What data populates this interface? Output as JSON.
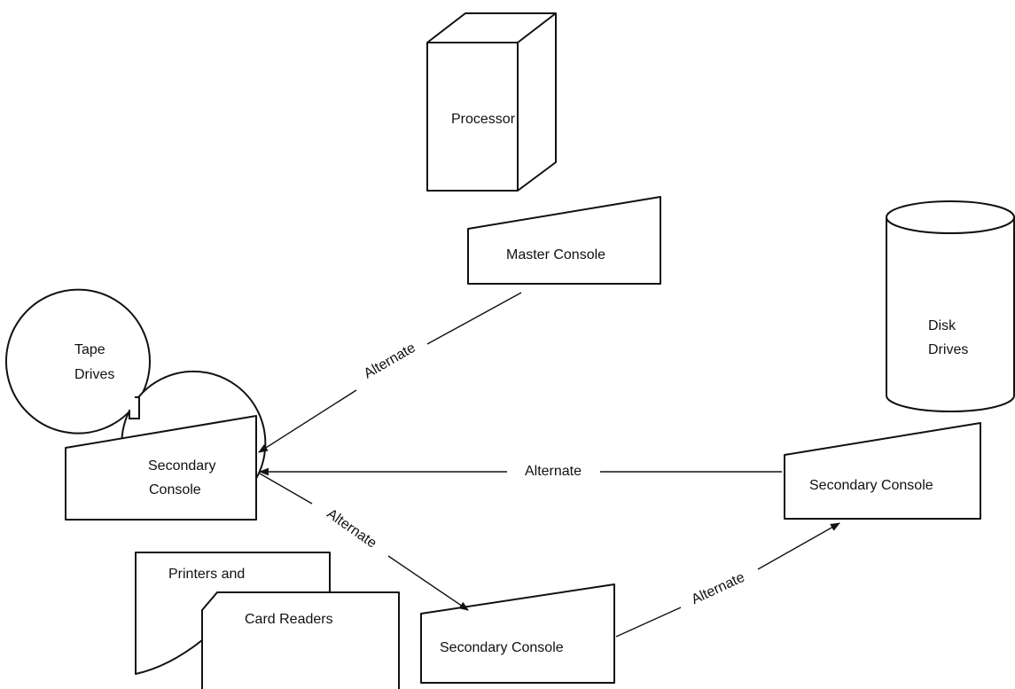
{
  "nodes": {
    "processor": "Processor",
    "master_console": "Master Console",
    "tape_drives": [
      "Tape",
      "Drives"
    ],
    "disk_drives": [
      "Disk",
      "Drives"
    ],
    "secondary_console_left": [
      "Secondary",
      "Console"
    ],
    "secondary_console_right": "Secondary Console",
    "secondary_console_bottom": "Secondary Console",
    "printers": "Printers and",
    "card_readers": "Card Readers"
  },
  "connections": {
    "master_to_left": "Alternate",
    "right_to_left": "Alternate",
    "left_to_bottom": "Alternate",
    "bottom_to_right": "Alternate"
  },
  "colors": {
    "ink": "#111111",
    "background": "#ffffff"
  }
}
